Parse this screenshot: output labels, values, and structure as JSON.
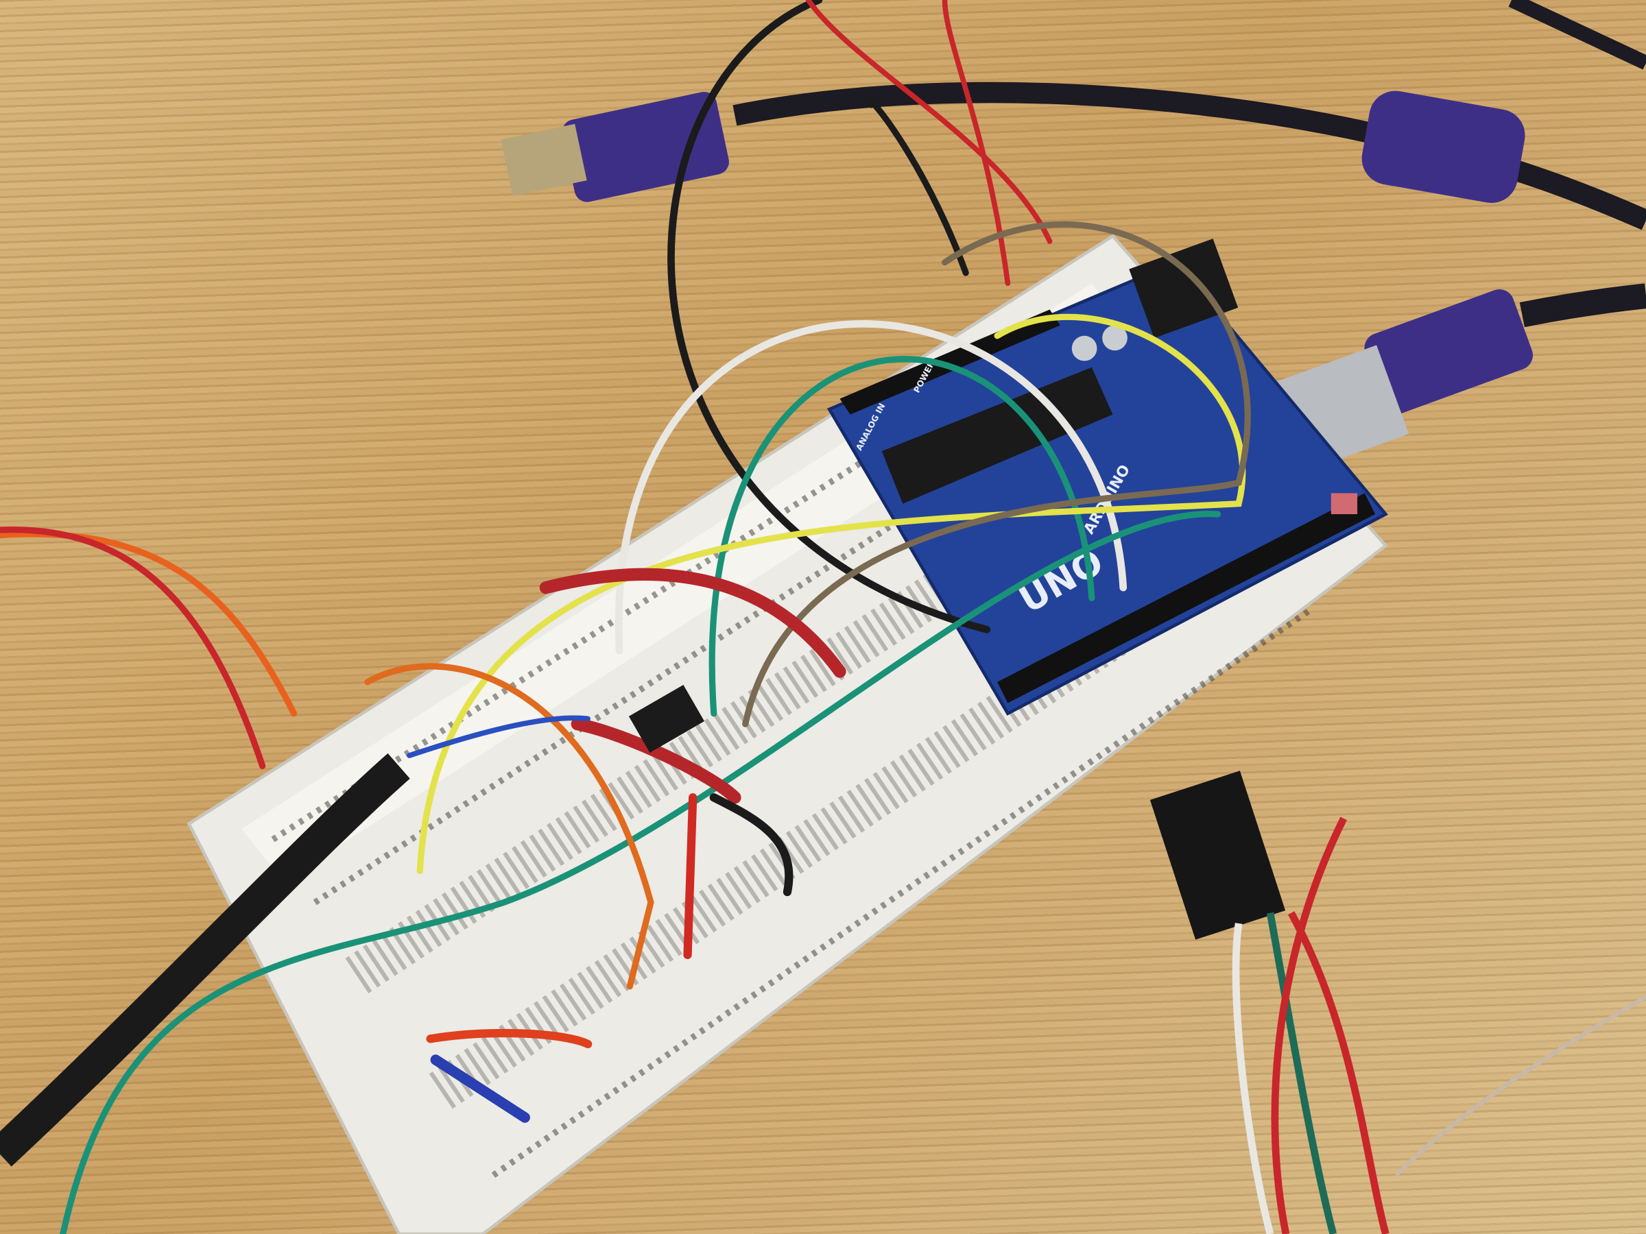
{
  "photo": {
    "subject": "arduino-breadboard-prototype",
    "board_labels": {
      "model": "UNO",
      "brand": "ARDUINO",
      "power_header": "POWER",
      "analog_header": "ANALOG IN"
    },
    "colors": {
      "table": "#c9a66e",
      "breadboard": "#ecebe6",
      "arduino": "#23439a",
      "usb_plug": "#3e2f86"
    }
  }
}
